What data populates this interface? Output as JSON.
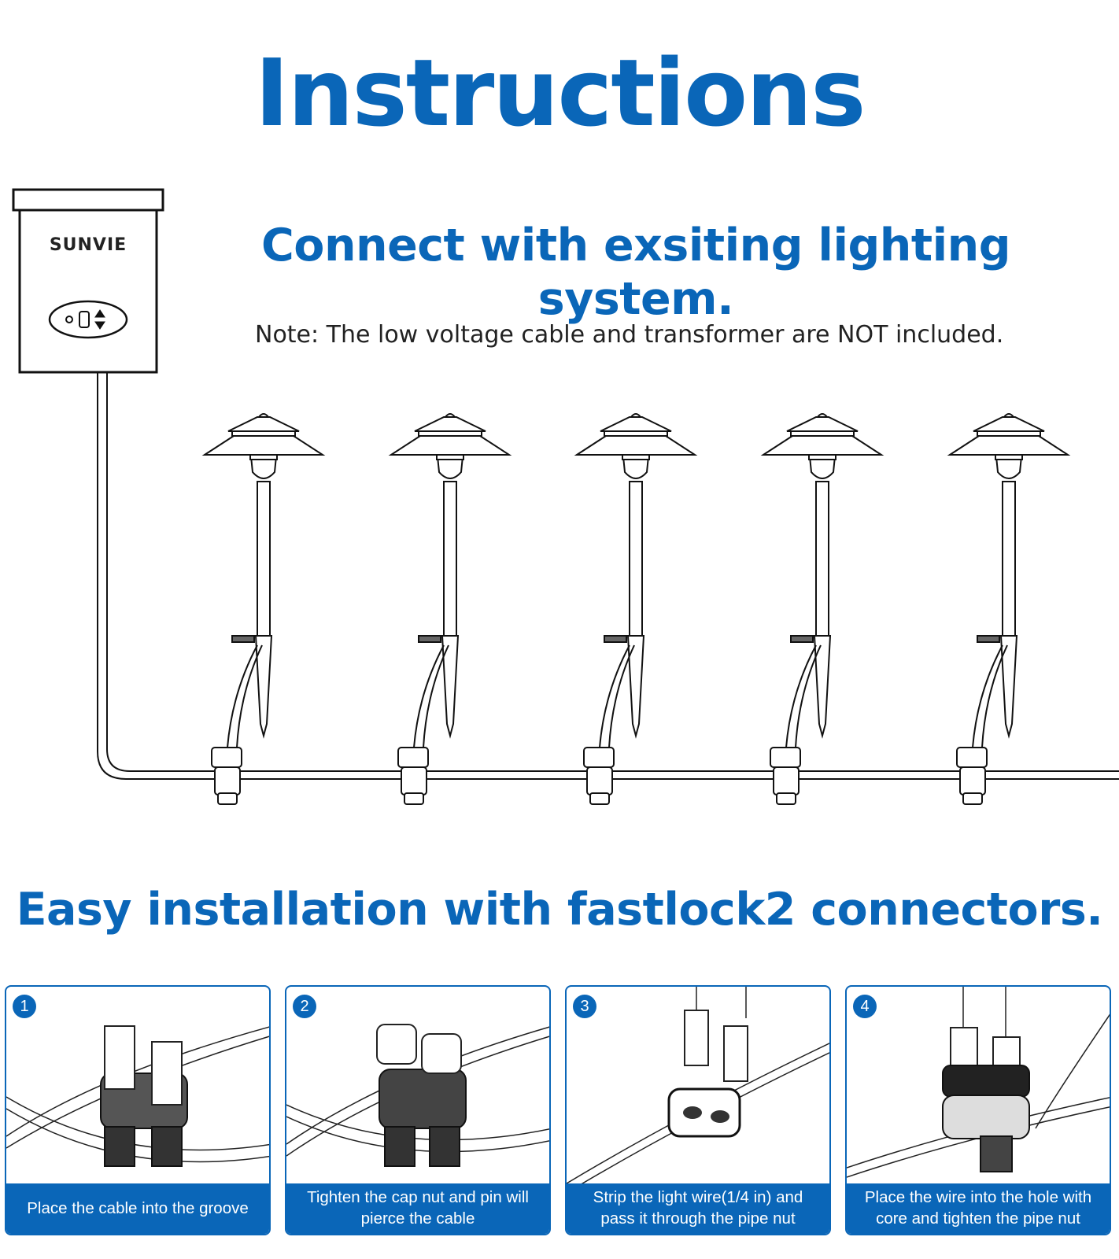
{
  "title": "Instructions",
  "section1": {
    "heading": "Connect with exsiting lighting system.",
    "note": "Note: The low voltage cable and transformer are NOT included."
  },
  "transformer": {
    "brand": "SUNVIE"
  },
  "section2": {
    "heading": "Easy installation with fastlock2 connectors."
  },
  "steps": [
    {
      "number": "1",
      "caption": "Place the cable into the groove"
    },
    {
      "number": "2",
      "caption": "Tighten the cap nut and pin will pierce the cable"
    },
    {
      "number": "3",
      "caption": "Strip the light wire(1/4 in) and pass it through the pipe nut"
    },
    {
      "number": "4",
      "caption": "Place the wire into the hole with core and tighten the pipe nut"
    }
  ],
  "colors": {
    "accent": "#0a66b8"
  }
}
